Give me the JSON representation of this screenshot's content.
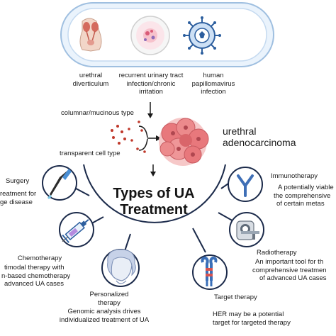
{
  "causes": [
    {
      "line1": "urethral",
      "line2": "diverticulum",
      "line3": "",
      "icon": "pelvis-anatomy-icon"
    },
    {
      "line1": "recurrent urinary tract",
      "line2": "infection/chronic",
      "line3": "irritation",
      "icon": "bacteria-petri-icon"
    },
    {
      "line1": "human",
      "line2": "papillomavirus",
      "line3": "infection",
      "icon": "virus-icon"
    }
  ],
  "cell_types": {
    "columnar": "columnar/mucinous type",
    "transparent": "transparent cell type"
  },
  "tumor": {
    "line1": "urethral",
    "line2": "adenocarcinoma"
  },
  "center": {
    "line1": "Types of UA",
    "line2": "Treatment"
  },
  "treatments": {
    "surgery": {
      "title": "Surgery",
      "line1": "reatment for",
      "line2": "ge disease",
      "icon": "scalpel-icon"
    },
    "chemotherapy": {
      "title": "Chemotherapy",
      "line1": "timodal therapy with",
      "line2": "n-based chemotherapy",
      "line3": "advanced UA cases",
      "icon": "syringe-icon"
    },
    "personalized": {
      "title1": "Personalized",
      "title2": "therapy",
      "line1": "Genomic analysis drives",
      "line2": "individualized treatment of UA",
      "icon": "person-head-icon"
    },
    "target": {
      "title": "Target therapy",
      "line1": "HER may be a potential",
      "line2": "target for targeted therapy",
      "icon": "receptor-icon"
    },
    "radiotherapy": {
      "title": "Radiotherapy",
      "line1": "An important tool for th",
      "line2": "comprehensive treatmen",
      "line3": "of advanced UA cases",
      "icon": "ct-scanner-icon"
    },
    "immunotherapy": {
      "title": "Immunotherapy",
      "line1": "A potentially viable",
      "line2": "the comprehensive",
      "line3": "of certain metas",
      "icon": "antibody-icon"
    }
  },
  "colors": {
    "accent": "#1b2a4a",
    "tumor": "#e8787c",
    "arrow": "#1a1a1a",
    "capsule": "#9fbfe0",
    "dots": "#c0392b"
  }
}
